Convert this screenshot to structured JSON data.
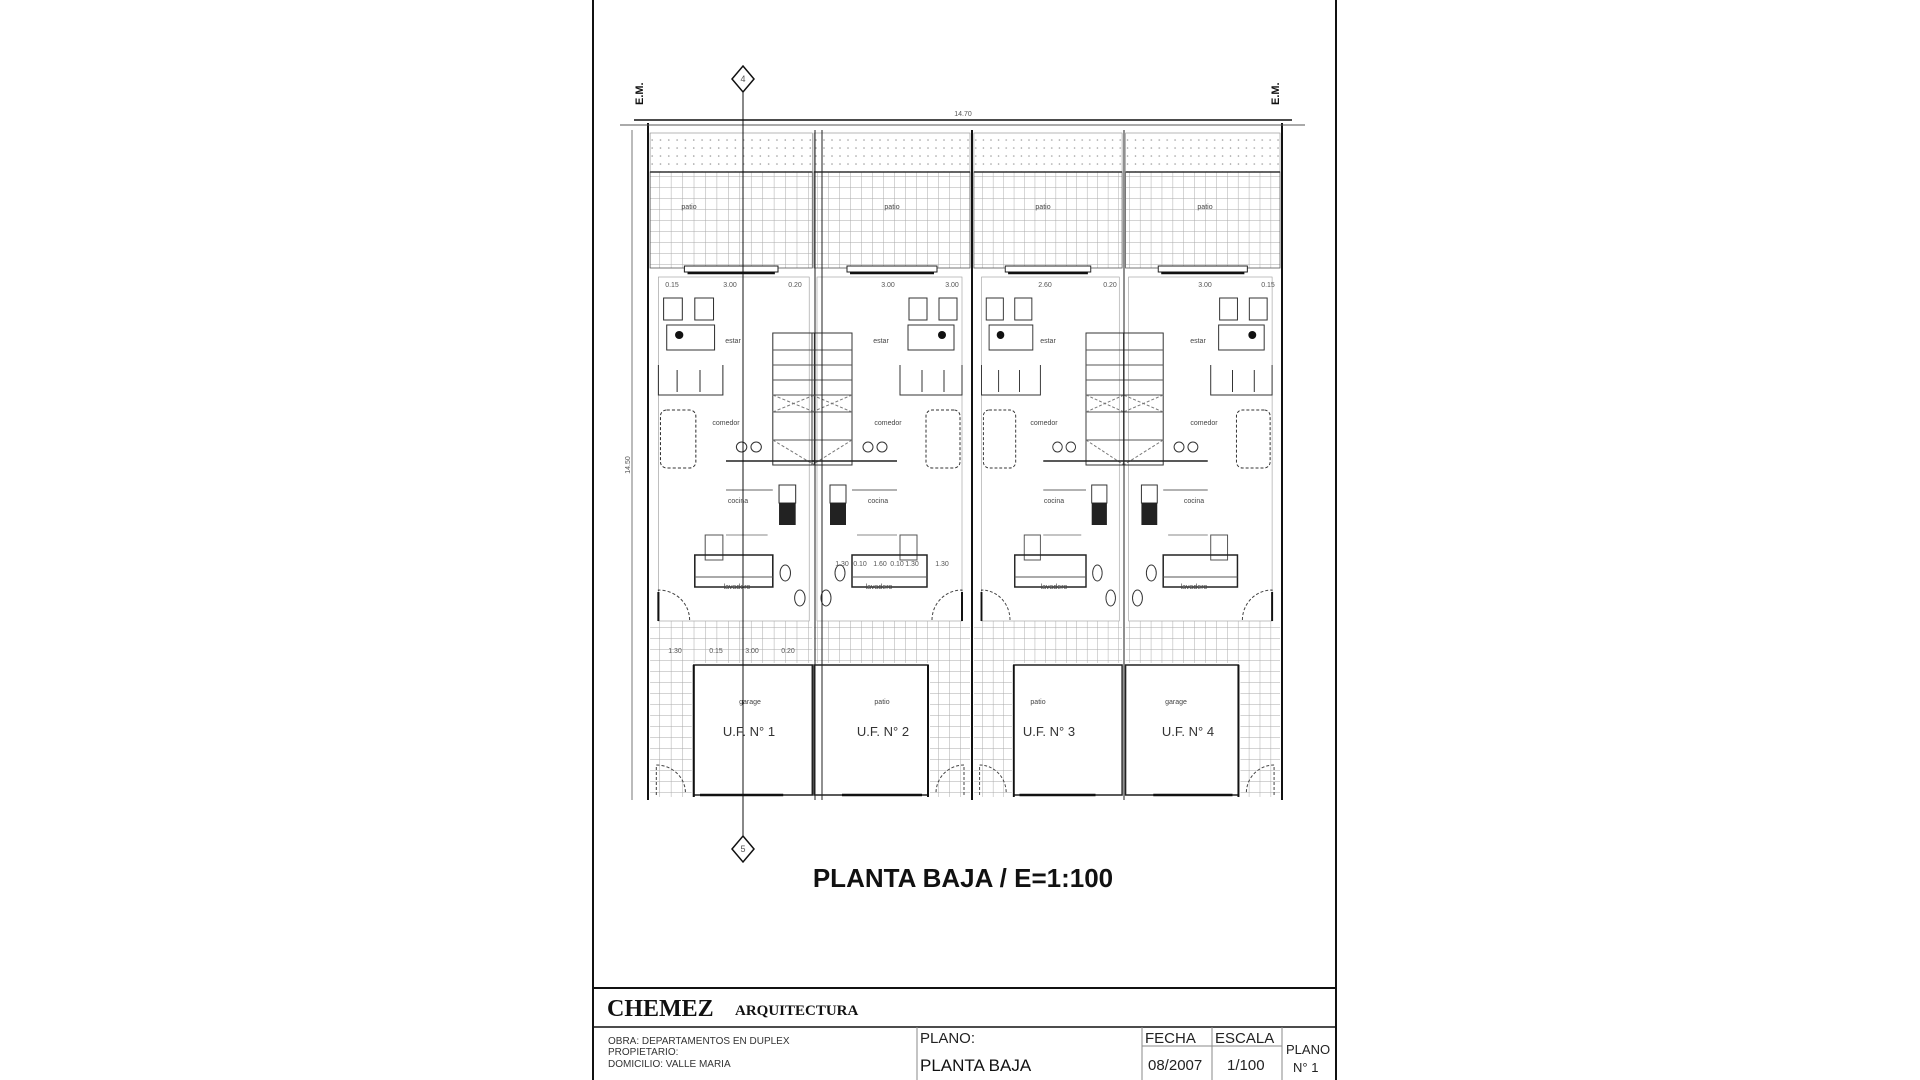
{
  "drawing": {
    "title": "PLANTA BAJA / E=1:100",
    "property_line_label": "E.M.",
    "axis_top": "4",
    "axis_bottom": "5",
    "overall_width_dim": "14.70",
    "top_dims": [
      "0.15",
      "3.00",
      "0.20",
      "3.00",
      "3.00",
      "2.60",
      "0.20",
      "3.00",
      "0.15"
    ],
    "mid_dims": [
      "1.30",
      "0.10",
      "1.60",
      "0.10",
      "1.30",
      "1.30"
    ],
    "bottom_dims": [
      "1.30",
      "0.15",
      "3.00",
      "0.20"
    ],
    "side_dim": "14.50",
    "rooms": {
      "patio": "patio",
      "estar": "estar",
      "comedor": "comedor",
      "cocina": "cocina",
      "lavadero": "lavadero",
      "garage": "garage"
    },
    "units": [
      {
        "label": "U.F. N° 1",
        "front": "garage"
      },
      {
        "label": "U.F. N° 2",
        "front": "patio"
      },
      {
        "label": "U.F. N° 3",
        "front": "patio"
      },
      {
        "label": "U.F. N° 4",
        "front": "garage"
      }
    ]
  },
  "title_block": {
    "firm": "CHEMEZ",
    "firm_sub": "ARQUITECTURA",
    "obra": "OBRA: DEPARTAMENTOS EN DUPLEX",
    "propietario": "PROPIETARIO:",
    "domicilio": "DOMICILIO: VALLE MARIA",
    "plano_label": "PLANO:",
    "plano_value": "PLANTA BAJA",
    "fecha_label": "FECHA",
    "fecha_value": "08/2007",
    "escala_label": "ESCALA",
    "escala_value": "1/100",
    "plano_num_label": "PLANO",
    "plano_num_value": "N° 1"
  }
}
